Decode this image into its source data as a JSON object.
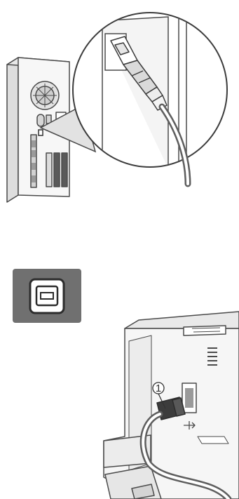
{
  "figures": [
    {
      "connector": "usb-type-a",
      "device": "pc-tower"
    },
    {
      "connector": "usb-type-b",
      "device": "printer",
      "callout_number": "1"
    }
  ]
}
